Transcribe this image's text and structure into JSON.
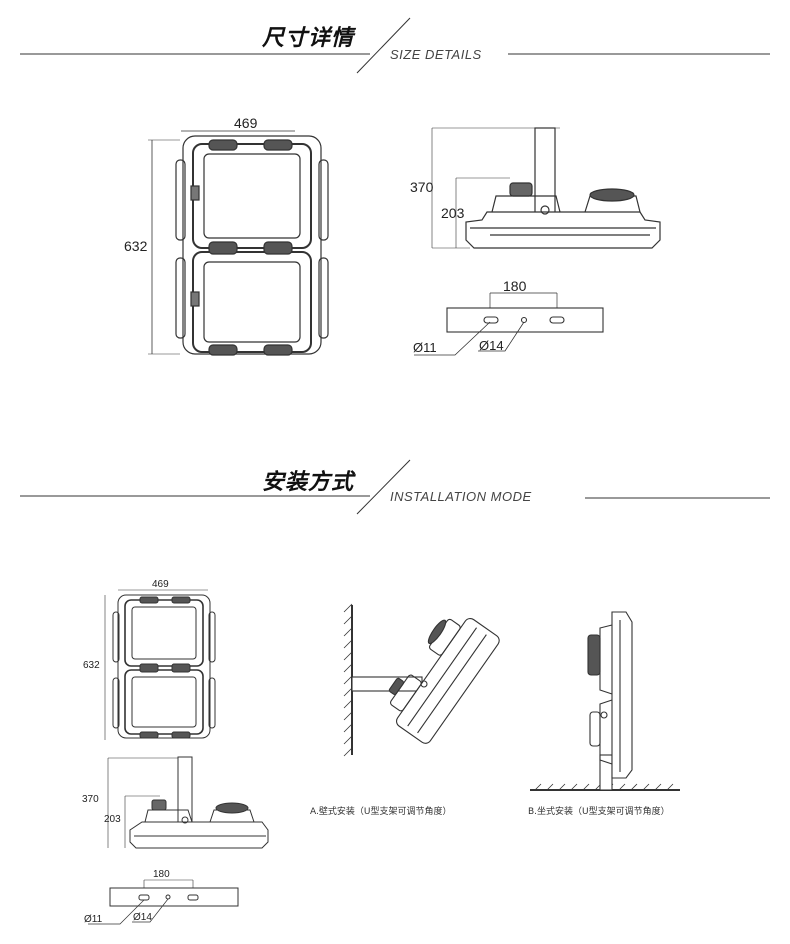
{
  "section1": {
    "title_cn": "尺寸详情",
    "title_en": "SIZE DETAILS"
  },
  "section2": {
    "title_cn": "安装方式",
    "title_en": "INSTALLATION MODE"
  },
  "dims": {
    "width": "469",
    "height": "632",
    "side_total": "370",
    "side_body": "203",
    "bracket_spacing": "180",
    "hole_small": "Ø11",
    "hole_large": "Ø14"
  },
  "captions": {
    "wall": "A.壁式安装（U型支架可调节角度）",
    "floor": "B.坐式安装（U型支架可调节角度）"
  }
}
